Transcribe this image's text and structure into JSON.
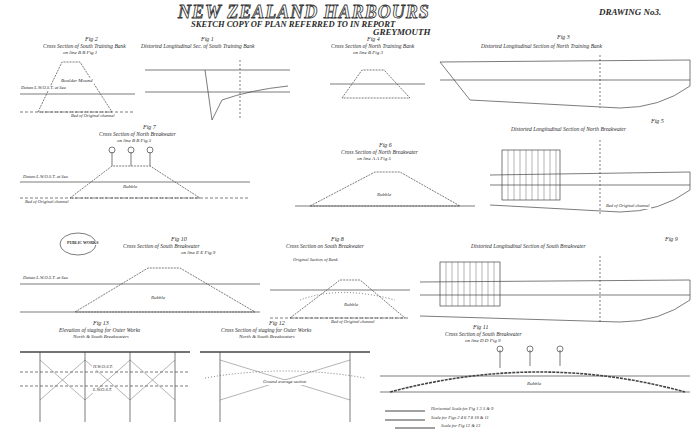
{
  "diagram": {
    "title": "NEW ZEALAND HARBOURS",
    "labels": [
      "SKETCH COPY OF PLAN REFERRED TO IN REPORT",
      "GREYMOUTH",
      "DRAWING No3.",
      "Fig 2",
      "Cross Section of South Training Bank",
      "on line B B Fig 1",
      "Fig 1",
      "Distorted Longitudinal Sec. of South Training Bank",
      "Fig 4",
      "Cross Section of North Training Bank",
      "on line B Fig 3",
      "Fig 3",
      "Distorted Longitudinal Section of North Training Bank",
      "Datum L.W.O.S.T. at Sea",
      "Boulder Mound",
      "Bed of Original channel",
      "Fig 7",
      "Cross Section of North Breakwater",
      "on line B B Fig 5",
      "Datum L.W.O.S.T. at Sea",
      "Rubble",
      "Bed of Original channel",
      "Fig 6",
      "Cross Section of North Breakwater",
      "on line A A Fig 5",
      "Rubble",
      "Fig 5",
      "Distorted Longitudinal Section of North Breakwater",
      "Bed of Original channel",
      "PUBLIC WORKS",
      "Fig 10",
      "Cross Section of South Breakwater",
      "on line E E Fig 9",
      "Datum L.W.O.S.T. at Sea",
      "Rubble",
      "Fig 8",
      "Cross Section on South Breakwater",
      "Original Section of Bank",
      "Rubble",
      "Bed of Original channel",
      "Fig 9",
      "Distorted Longitudinal Section of South Breakwater",
      "Fig 13",
      "Elevation of staging for Outer Works",
      "North & South Breakwaters",
      "H.W.O.S.T.",
      "L.W.O.S.T.",
      "Fig 12",
      "Cross Section of staging for Outer Works",
      "North & South Breakwaters",
      "Ground average section",
      "Fig 11",
      "Cross Section of South Breakwater",
      "on line D D Fig 9",
      "Rubble",
      "Horizontal Scale for Fig 1 3 5 & 9",
      "Scale for Figs 2 4 6 7 8 10 & 11",
      "Scale for Fig 12 & 13"
    ]
  }
}
